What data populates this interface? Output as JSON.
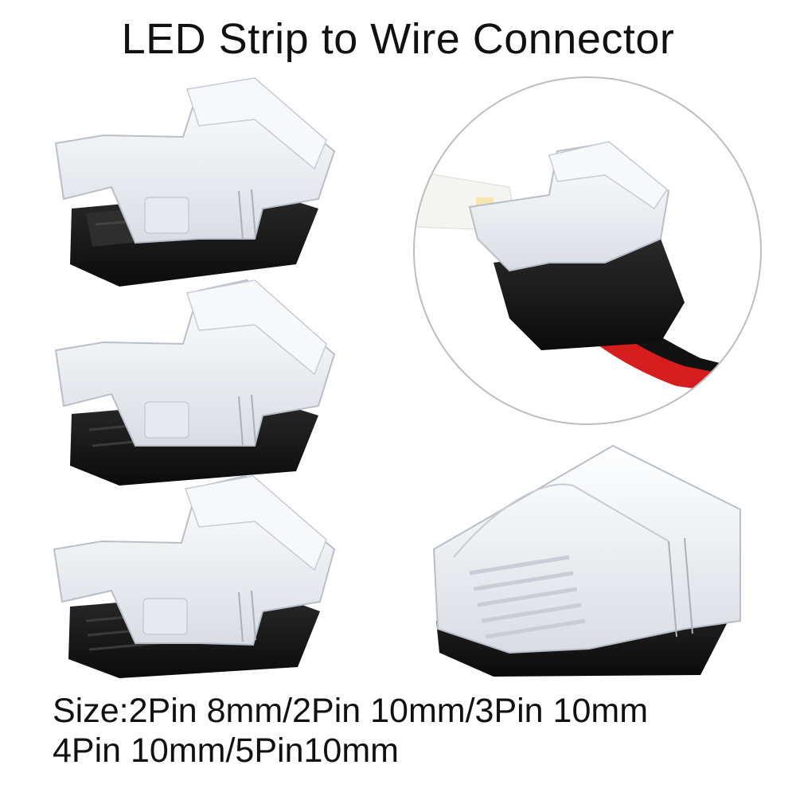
{
  "title": "LED Strip to Wire Connector",
  "caption": {
    "line1": "Size:2Pin 8mm/2Pin 10mm/3Pin 10mm",
    "line2": "4Pin 10mm/5Pin10mm"
  },
  "colors": {
    "clear_plastic": "#eef0f3",
    "plastic_edge": "#b9bfc8",
    "black_housing": "#161616",
    "wire_red": "#d61d1d",
    "wire_black": "#121212",
    "strip_white": "#f4f4f0",
    "circle_outline": "#bdbdbd"
  }
}
